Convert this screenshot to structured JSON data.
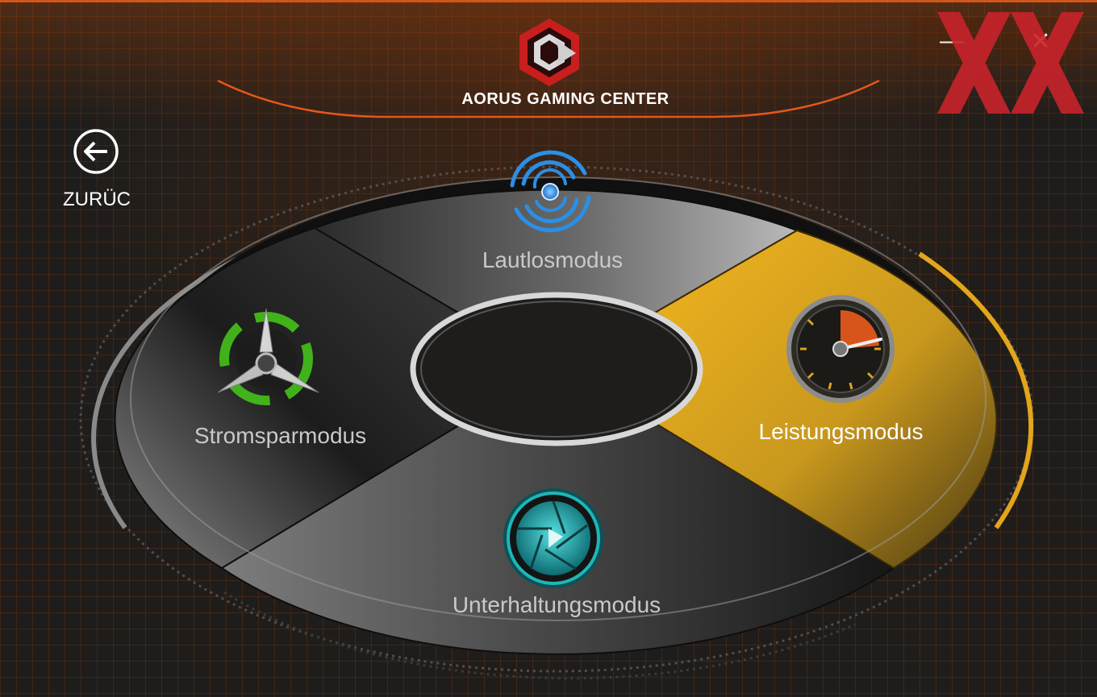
{
  "header": {
    "app_title": "AORUS GAMING CENTER",
    "minimize_glyph": "—",
    "close_glyph": "✕"
  },
  "back": {
    "label": "ZURÜC",
    "icon": "arrow-left-icon"
  },
  "modes": {
    "items": [
      {
        "id": "silent",
        "label": "Lautlosmodus",
        "icon": "silent-wave-icon",
        "selected": false
      },
      {
        "id": "eco",
        "label": "Stromsparmodus",
        "icon": "fan-icon",
        "selected": false
      },
      {
        "id": "performance",
        "label": "Leistungsmodus",
        "icon": "speedometer-icon",
        "selected": true
      },
      {
        "id": "entertainment",
        "label": "Unterhaltungsmodus",
        "icon": "aperture-icon",
        "selected": false
      }
    ]
  },
  "colors": {
    "accent_orange": "#e2581b",
    "selected_gold": "#e2a51c",
    "silent_blue": "#2a8fe6",
    "eco_green": "#45c21a",
    "entertainment_teal": "#1fb6b6",
    "watermark_red": "#c8232b"
  }
}
